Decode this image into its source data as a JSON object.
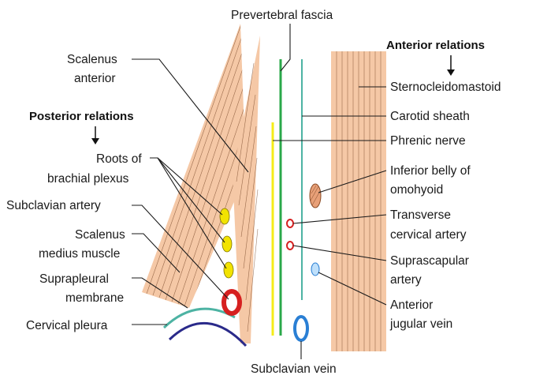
{
  "diagram": {
    "headers": {
      "anterior": "Anterior relations",
      "posterior": "Posterior relations"
    },
    "labels": {
      "prevertebral_fascia": "Prevertebral fascia",
      "scalenus_anterior_1": "Scalenus",
      "scalenus_anterior_2": "anterior",
      "roots_1": "Roots of",
      "roots_2": "brachial plexus",
      "subclavian_artery": "Subclavian artery",
      "scalenus_medius_1": "Scalenus",
      "scalenus_medius_2": "medius muscle",
      "suprapleural_1": "Suprapleural",
      "suprapleural_2": "membrane",
      "cervical_pleura": "Cervical pleura",
      "sternocleidomastoid": "Sternocleidomastoid",
      "carotid_sheath": "Carotid sheath",
      "phrenic_nerve": "Phrenic nerve",
      "omohyoid_1": "Inferior belly of",
      "omohyoid_2": "omohyoid",
      "transverse_cervical_1": "Transverse",
      "transverse_cervical_2": "cervical artery",
      "suprascapular_1": "Suprascapular",
      "suprascapular_2": "artery",
      "anterior_jugular_1": "Anterior",
      "anterior_jugular_2": "jugular vein",
      "subclavian_vein": "Subclavian vein"
    },
    "colors": {
      "muscle_fill": "#f5c8a6",
      "muscle_stripe": "#8a4a24",
      "nerve_roots": "#f2e300",
      "artery": "#d62020",
      "vein": "#2a7fd4",
      "vein_light": "#bfe0fb",
      "fascia_green": "#2aa84a",
      "sheath_teal": "#4db3a3",
      "phrenic_yellow": "#f5ec18",
      "pleura_navy": "#2a2a8a"
    }
  }
}
